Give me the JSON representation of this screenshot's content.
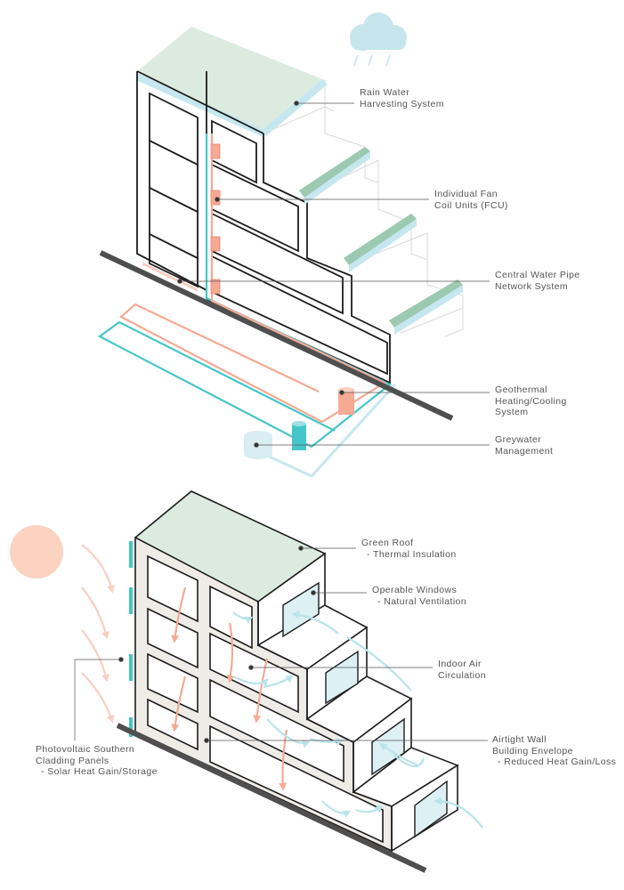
{
  "colors": {
    "outline": "#1d1d1d",
    "roof": "#dcebdf",
    "water": "#45c6c9",
    "water_light": "#c6e7ef",
    "heat": "#f6a993",
    "heat_light": "#f9cfc1",
    "wall": "#efece8",
    "sun": "#fbd3c0",
    "cloud": "#c7e5ec",
    "planter": "#9cc9b1",
    "ground": "#4f4f4f"
  },
  "top_diagram": {
    "labels": {
      "rain": [
        "Rain Water",
        "Harvesting System"
      ],
      "fcu": [
        "Individual Fan",
        "Coil Units (FCU)"
      ],
      "pipe": [
        "Central Water Pipe",
        "Network System"
      ],
      "geo": [
        "Geothermal",
        "Heating/Cooling",
        "System"
      ],
      "grey": [
        "Greywater",
        "Management"
      ]
    }
  },
  "bottom_diagram": {
    "labels": {
      "roof": [
        "Green Roof",
        "- Thermal Insulation"
      ],
      "windows": [
        "Operable Windows",
        "- Natural Ventilation"
      ],
      "air": [
        "Indoor Air",
        "Circulation"
      ],
      "wall": [
        "Airtight Wall",
        "Building Envelope",
        "- Reduced Heat Gain/Loss"
      ],
      "pv": [
        "Photovoltaic Southern",
        "Cladding Panels",
        "- Solar Heat Gain/Storage"
      ]
    }
  }
}
